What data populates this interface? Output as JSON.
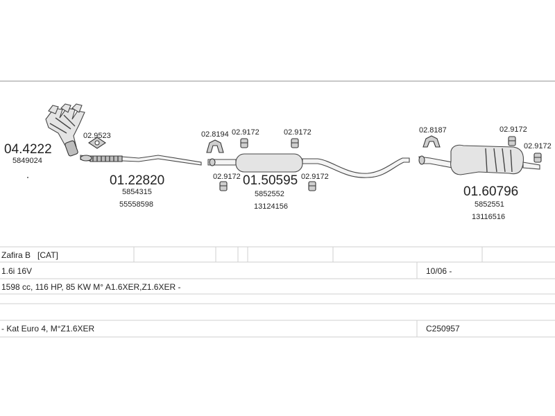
{
  "parts": {
    "manifold": {
      "number": "04.4222",
      "oem": [
        "5849024"
      ]
    },
    "gasket_a": {
      "number": "02.9523"
    },
    "frontpipe": {
      "number": "01.22820",
      "oem": [
        "5854315",
        "55558598"
      ]
    },
    "clamp_a": {
      "number": "02.8194"
    },
    "rubber_a": {
      "number": "02.9172"
    },
    "rubber_b": {
      "number": "02.9172"
    },
    "rubber_c": {
      "number": "02.9172"
    },
    "rubber_d": {
      "number": "02.9172"
    },
    "middle": {
      "number": "01.50595",
      "oem": [
        "5852552",
        "13124156"
      ]
    },
    "clamp_b": {
      "number": "02.8187"
    },
    "rubber_e": {
      "number": "02.9172"
    },
    "rubber_f": {
      "number": "02.9172"
    },
    "rear": {
      "number": "01.60796",
      "oem": [
        "5852551",
        "13116516"
      ]
    }
  },
  "vehicle": {
    "model": "Zafira B   [CAT]",
    "engine": "1.6i 16V",
    "years": "10/06 -",
    "spec": "1598 cc, 116 HP, 85 KW M° A1.6XER,Z1.6XER -",
    "notes": "- Kat Euro 4, M°Z1.6XER",
    "code": "C250957"
  }
}
